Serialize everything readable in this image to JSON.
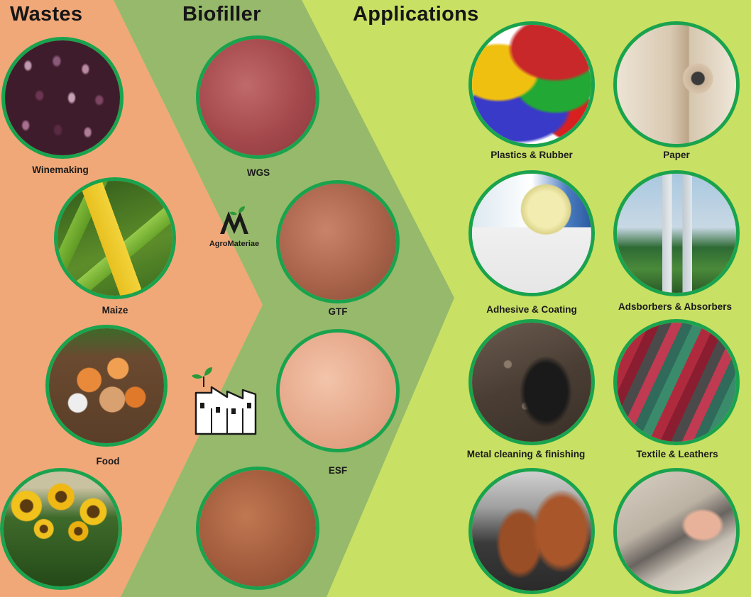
{
  "headings": {
    "wastes": "Wastes",
    "biofiller": "Biofiller",
    "applications": "Applications"
  },
  "colors": {
    "wastes_band": "#f0a878",
    "biofiller_band": "#96b96b",
    "applications_band": "#c8e064",
    "circle_border": "#1aa34e"
  },
  "wastes": [
    {
      "label": "Winemaking"
    },
    {
      "label": "Maize"
    },
    {
      "label": "Food"
    }
  ],
  "biofillers": [
    {
      "label": "WGS"
    },
    {
      "label": "GTF"
    },
    {
      "label": "ESF"
    }
  ],
  "applications": [
    {
      "label": "Plastics & Rubber"
    },
    {
      "label": "Paper"
    },
    {
      "label": "Adhesive & Coating"
    },
    {
      "label": "Adsborbers & Absorbers"
    },
    {
      "label": "Metal cleaning & finishing"
    },
    {
      "label": "Textile & Leathers"
    }
  ],
  "logo": {
    "wordmark": "AgroMateriae",
    "monogram": "AM"
  },
  "icons": {
    "logo": "agromateriae-logo-icon",
    "factory": "green-factory-icon"
  }
}
